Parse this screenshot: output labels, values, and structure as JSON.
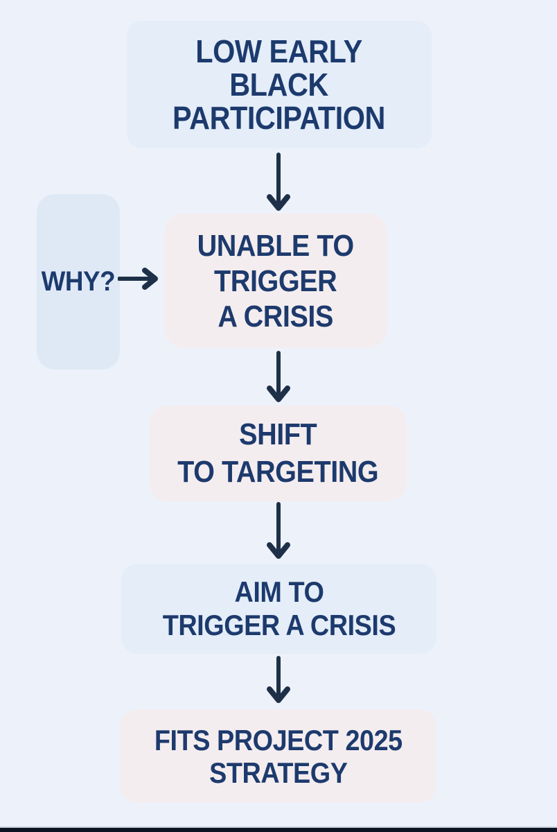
{
  "colors": {
    "background": "#edf1f9",
    "box_blue": "#e4edf8",
    "box_blue_side": "#dfe9f6",
    "box_pink": "#f4edef",
    "text_navy": "#1d3a6d",
    "arrow": "#1e3048",
    "bottom_bar": "#0c1322",
    "bottom_bar_edge": "#ccd1da"
  },
  "flowchart": {
    "nodes": [
      {
        "label": "LOW EARLY\nBLACK\nPARTICIPATION",
        "tint": "blue"
      },
      {
        "label": "UNABLE TO\nTRIGGER\nA CRISIS",
        "tint": "pink"
      },
      {
        "label": "SHIFT\nTO TARGETING",
        "tint": "pink"
      },
      {
        "label": "AIM TO\nTRIGGER A CRISIS",
        "tint": "blue"
      },
      {
        "label": "FITS PROJECT 2025\nSTRATEGY",
        "tint": "pink"
      }
    ],
    "side_label": {
      "text": "WHY?"
    }
  }
}
